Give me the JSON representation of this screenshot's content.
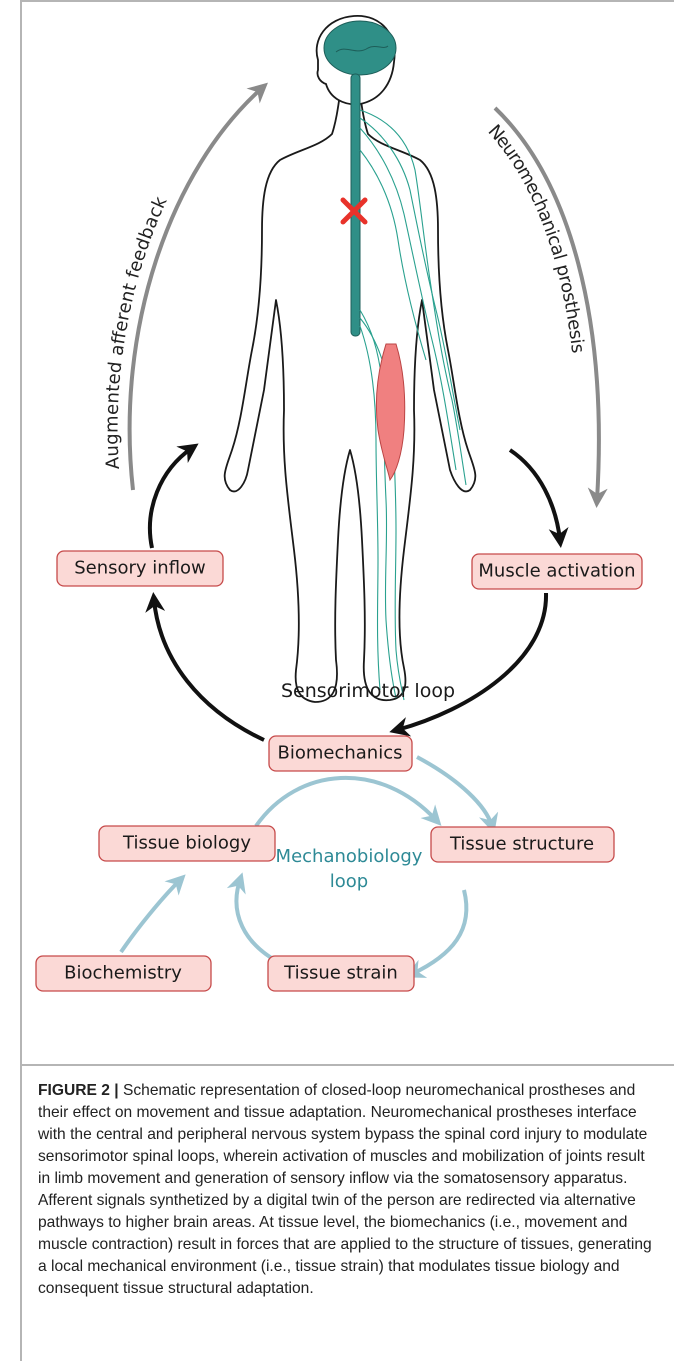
{
  "diagram": {
    "arrow_labels": {
      "afferent": "Augmented afferent  feedback",
      "prosthesis": "Neuromechanical prosthesis"
    },
    "boxes": {
      "sensory_inflow": "Sensory inflow",
      "muscle_activation": "Muscle activation",
      "biomechanics": "Biomechanics",
      "tissue_biology": "Tissue biology",
      "tissue_structure": "Tissue structure",
      "biochemistry": "Biochemistry",
      "tissue_strain": "Tissue strain"
    },
    "loops": {
      "sensorimotor": "Sensorimotor loop",
      "mechanobiology_line1": "Mechanobiology",
      "mechanobiology_line2": "loop"
    },
    "colors": {
      "brain": "#2f8f87",
      "nerves": "#2aa18f",
      "muscle": "#f08080",
      "injury_mark": "#e8322a",
      "black_arrows": "#111111",
      "gray_arrows": "#8a8a8a",
      "mechanobiology_arrows": "#9cc5d2",
      "mechanobiology_text": "#2e8a96",
      "box_fill": "#fbd9d6",
      "box_stroke": "#c64a4a"
    },
    "icons": [
      "human-body-figure",
      "brain-icon",
      "spinal-cord",
      "injury-cross-icon",
      "leg-muscle",
      "peripheral-nerves"
    ]
  },
  "caption": {
    "label": "FIGURE 2 |",
    "text": " Schematic representation of closed-loop neuromechanical prostheses and their effect on movement and tissue adaptation. Neuromechanical prostheses interface with the central and peripheral nervous system bypass the spinal cord injury to modulate sensorimotor spinal loops, wherein activation of muscles and mobilization of joints result in limb movement and generation of sensory inflow via the somatosensory apparatus. Afferent signals synthetized by a digital twin of the person are redirected via alternative pathways to higher brain areas. At tissue level, the biomechanics (i.e., movement and muscle contraction) result in forces that are applied to the structure of tissues, generating a local mechanical environment (i.e., tissue strain) that modulates tissue biology and consequent tissue structural adaptation."
  }
}
